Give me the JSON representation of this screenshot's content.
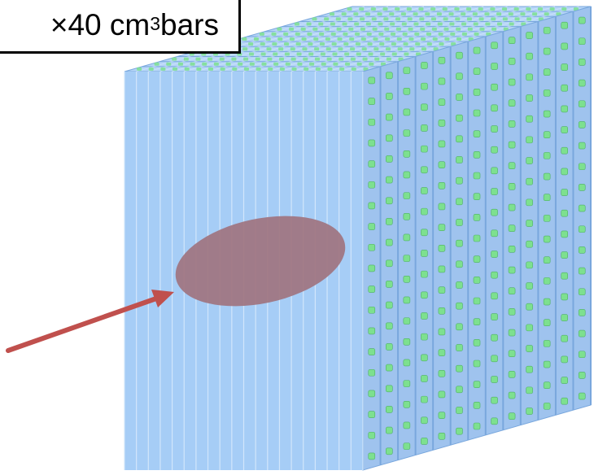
{
  "label": {
    "prefix": "×40 cm",
    "exponent": "3",
    "suffix": " bars"
  },
  "colors": {
    "bar_face": "#a6cdf6",
    "bar_face_line": "#d2e6fb",
    "bar_side": "#9fc3ee",
    "bar_side_line": "#79a7dd",
    "bar_top": "#b7d6f8",
    "green_marker": "#7de08f",
    "ellipse_fill": "#a0747f",
    "arrow": "#c0504d",
    "label_border": "#000000"
  },
  "diagram": {
    "front_columns": 20,
    "side_columns": 13,
    "side_rows": 19,
    "icons": [
      "bar-array-cube",
      "beam-spot-ellipse",
      "beam-arrow"
    ]
  }
}
